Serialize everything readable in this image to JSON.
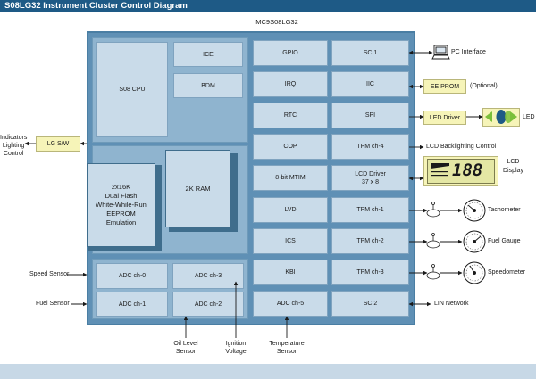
{
  "title": "S08LG32 Instrument Cluster Control Diagram",
  "chip_label": "MC9S08LG32",
  "core": {
    "cpu": "S08 CPU",
    "ice": "ICE",
    "bdm": "BDM",
    "flash": [
      "2x16K",
      "Dual Flash",
      "White-While-Run",
      "EEPROM",
      "Emulation"
    ],
    "ram": "2K RAM"
  },
  "adc": {
    "ch0": "ADC ch-0",
    "ch1": "ADC ch-1",
    "ch2": "ADC ch-2",
    "ch3": "ADC ch-3"
  },
  "peripherals_left": [
    "GPIO",
    "IRQ",
    "RTC",
    "COP",
    "8-bit MTIM",
    "LVD",
    "ICS",
    "KBI",
    "ADC ch-5"
  ],
  "peripherals_right": [
    "SCI1",
    "IIC",
    "SPI",
    "TPM ch-4",
    "LCD Driver\n37 x 8",
    "TPM ch-1",
    "TPM ch-2",
    "TPM ch-3",
    "SCI2"
  ],
  "external": {
    "pc_interface": "PC Interface",
    "ee_prom": "EE PROM",
    "optional": "(Optional)",
    "led_driver": "LED Driver",
    "led": "LED",
    "lcd_backlight": "LCD Backlighting Control",
    "lcd_display": [
      "LCD",
      "Display"
    ],
    "lcd_digits": "188",
    "tachometer": "Tachometer",
    "fuel_gauge": "Fuel Gauge",
    "speedometer": "Speedometer",
    "lin_network": "LIN Network",
    "lg_sw": "LG S/W",
    "indicators": [
      "Indicators",
      "Lighting",
      "Control"
    ],
    "speed_sensor": "Speed Sensor",
    "fuel_sensor": "Fuel Sensor",
    "oil_level": [
      "Oil Level",
      "Sensor"
    ],
    "ignition": [
      "Ignition",
      "Voltage"
    ],
    "temperature": [
      "Temperature",
      "Sensor"
    ]
  },
  "colors": {
    "header": "#1e5a86",
    "chip_border": "#5f90b5",
    "chip_fill": "#8fb4cf",
    "cell": "#c9dbe9",
    "yellow_box": "#f6f4b8",
    "led_green": "#7bbf3a",
    "led_blue": "#1e5a86"
  }
}
